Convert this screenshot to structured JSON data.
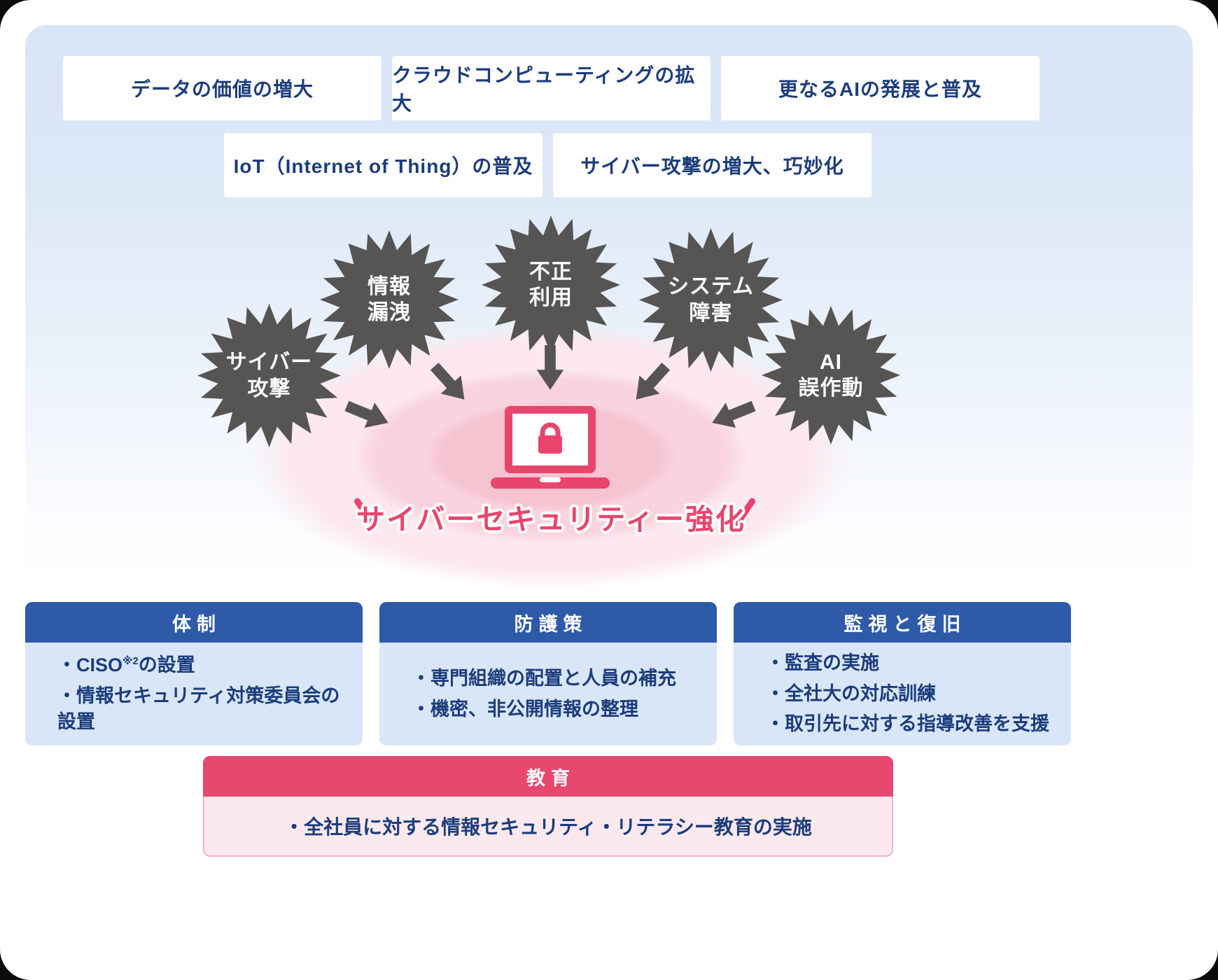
{
  "factors": {
    "row1": [
      "データの価値の増大",
      "クラウドコンピューティングの拡大",
      "更なるAIの発展と普及"
    ],
    "row2": [
      "IoT（Internet of Thing）の普及",
      "サイバー攻撃の増大、巧妙化"
    ]
  },
  "threats": [
    {
      "line1": "サイバー",
      "line2": "攻撃"
    },
    {
      "line1": "情報",
      "line2": "漏洩"
    },
    {
      "line1": "不正",
      "line2": "利用"
    },
    {
      "line1": "システム",
      "line2": "障害"
    },
    {
      "line1": "AI",
      "line2": "誤作動"
    }
  ],
  "slogan": {
    "text": "サイバーセキュリティー強化"
  },
  "measures": [
    {
      "title": "体制",
      "items": [
        {
          "pre": "・CISO",
          "sup": "※2",
          "post": "の設置"
        },
        {
          "pre": "・情報セキュリティ対策委員会の設置"
        }
      ]
    },
    {
      "title": "防護策",
      "items": [
        {
          "pre": "・専門組織の配置と人員の補充"
        },
        {
          "pre": "・機密、非公開情報の整理"
        }
      ]
    },
    {
      "title": "監視と復旧",
      "items": [
        {
          "pre": "・監査の実施"
        },
        {
          "pre": "・全社大の対応訓練"
        },
        {
          "pre": "・取引先に対する指導改善を支援"
        }
      ]
    }
  ],
  "education": {
    "title": "教育",
    "item": "・全社員に対する情報セキュリティ・リテラシー教育の実施"
  },
  "colors": {
    "accent_pink": "#e8456d",
    "navy_text": "#1c3d7c",
    "header_blue": "#2e5aa8",
    "burst_gray": "#575454",
    "light_blue_body": "#d9e6f7",
    "light_pink_body": "#fce9ee"
  }
}
